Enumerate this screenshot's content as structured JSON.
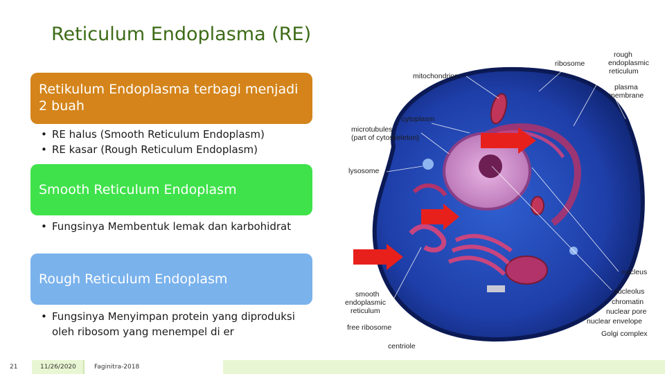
{
  "slide": {
    "title": "Reticulum Endoplasma (RE)",
    "sections": [
      {
        "heading": "Retikulum Endoplasma terbagi menjadi 2 buah",
        "color": "#d4841a",
        "bullets": [
          "RE halus (Smooth Reticulum Endoplasm)",
          "RE kasar (Rough Reticulum Endoplasm)"
        ]
      },
      {
        "heading": "Smooth Reticulum Endoplasm",
        "color": "#3fe24a",
        "bullets": [
          "Fungsinya Membentuk lemak dan karbohidrat"
        ]
      },
      {
        "heading": "Rough Reticulum Endoplasm",
        "color": "#7ab2ec",
        "bullets": [
          "Fungsinya Menyimpan protein yang diproduksi oleh ribosom yang menempel di er"
        ]
      }
    ]
  },
  "diagram": {
    "labels": {
      "ribosome": "ribosome",
      "rough_er_1": "rough",
      "rough_er_2": "endoplasmic",
      "rough_er_3": "reticulum",
      "mitochondrion": "mitochondrion",
      "plasma_1": "plasma",
      "plasma_2": "membrane",
      "cytoplasm": "cytoplasm",
      "microtubules_1": "microtubules",
      "microtubules_2": "(part of cytoskeleton)",
      "lysosome": "lysosome",
      "nucleus": "nucleus",
      "smooth_er_1": "smooth",
      "smooth_er_2": "endoplasmic",
      "smooth_er_3": "reticulum",
      "nucleolus": "nucleolus",
      "chromatin": "chromatin",
      "nuclear_pore": "nuclear pore",
      "free_ribosome": "free ribosome",
      "nuclear_envelope": "nuclear envelope",
      "golgi": "Golgi complex",
      "centriole": "centriole"
    },
    "arrow_color": "#e8201c"
  },
  "footer": {
    "page_number": "21",
    "date": "11/26/2020",
    "author": "Faginitra-2018"
  }
}
